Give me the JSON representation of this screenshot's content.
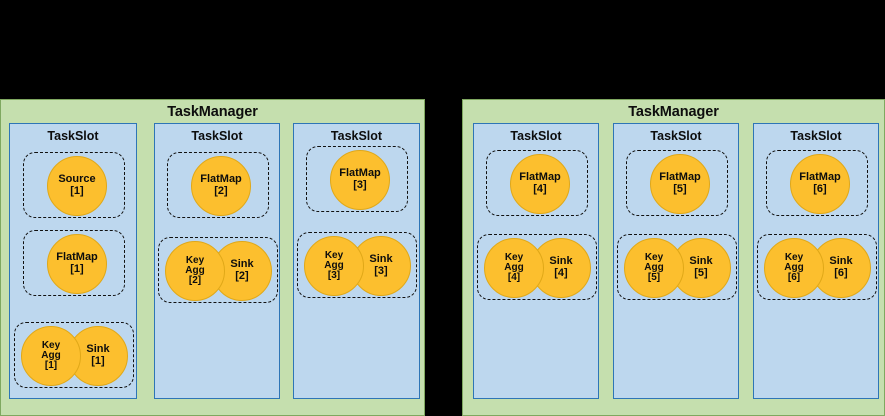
{
  "figure": {
    "background_color": "#000000",
    "taskmanager_color": "#C5DFAE",
    "taskslot_color": "#BDD7EE",
    "operator_color": "#FCBF2E",
    "taskgroup_border": "#111111"
  },
  "taskmanagers": [
    {
      "label": "TaskManager",
      "slots": [
        {
          "label": "TaskSlot",
          "groups": [
            {
              "kind": "single",
              "operators": [
                {
                  "name": "Source",
                  "index": "[1]"
                }
              ]
            },
            {
              "kind": "single",
              "operators": [
                {
                  "name": "FlatMap",
                  "index": "[1]"
                }
              ]
            },
            {
              "kind": "pair",
              "operators": [
                {
                  "name": "Key Agg",
                  "name_line1": "Key",
                  "name_line2": "Agg",
                  "index": "[1]"
                },
                {
                  "name": "Sink",
                  "index": "[1]"
                }
              ]
            }
          ]
        },
        {
          "label": "TaskSlot",
          "groups": [
            {
              "kind": "single",
              "operators": [
                {
                  "name": "FlatMap",
                  "index": "[2]"
                }
              ]
            },
            {
              "kind": "pair",
              "operators": [
                {
                  "name": "Key Agg",
                  "name_line1": "Key",
                  "name_line2": "Agg",
                  "index": "[2]"
                },
                {
                  "name": "Sink",
                  "index": "[2]"
                }
              ]
            }
          ]
        },
        {
          "label": "TaskSlot",
          "groups": [
            {
              "kind": "single",
              "operators": [
                {
                  "name": "FlatMap",
                  "index": "[3]"
                }
              ]
            },
            {
              "kind": "pair",
              "operators": [
                {
                  "name": "Key Agg",
                  "name_line1": "Key",
                  "name_line2": "Agg",
                  "index": "[3]"
                },
                {
                  "name": "Sink",
                  "index": "[3]"
                }
              ]
            }
          ]
        }
      ]
    },
    {
      "label": "TaskManager",
      "slots": [
        {
          "label": "TaskSlot",
          "groups": [
            {
              "kind": "single",
              "operators": [
                {
                  "name": "FlatMap",
                  "index": "[4]"
                }
              ]
            },
            {
              "kind": "pair",
              "operators": [
                {
                  "name": "Key Agg",
                  "name_line1": "Key",
                  "name_line2": "Agg",
                  "index": "[4]"
                },
                {
                  "name": "Sink",
                  "index": "[4]"
                }
              ]
            }
          ]
        },
        {
          "label": "TaskSlot",
          "groups": [
            {
              "kind": "single",
              "operators": [
                {
                  "name": "FlatMap",
                  "index": "[5]"
                }
              ]
            },
            {
              "kind": "pair",
              "operators": [
                {
                  "name": "Key Agg",
                  "name_line1": "Key",
                  "name_line2": "Agg",
                  "index": "[5]"
                },
                {
                  "name": "Sink",
                  "index": "[5]"
                }
              ]
            }
          ]
        },
        {
          "label": "TaskSlot",
          "groups": [
            {
              "kind": "single",
              "operators": [
                {
                  "name": "FlatMap",
                  "index": "[6]"
                }
              ]
            },
            {
              "kind": "pair",
              "operators": [
                {
                  "name": "Key Agg",
                  "name_line1": "Key",
                  "name_line2": "Agg",
                  "index": "[6]"
                },
                {
                  "name": "Sink",
                  "index": "[6]"
                }
              ]
            }
          ]
        }
      ]
    }
  ]
}
